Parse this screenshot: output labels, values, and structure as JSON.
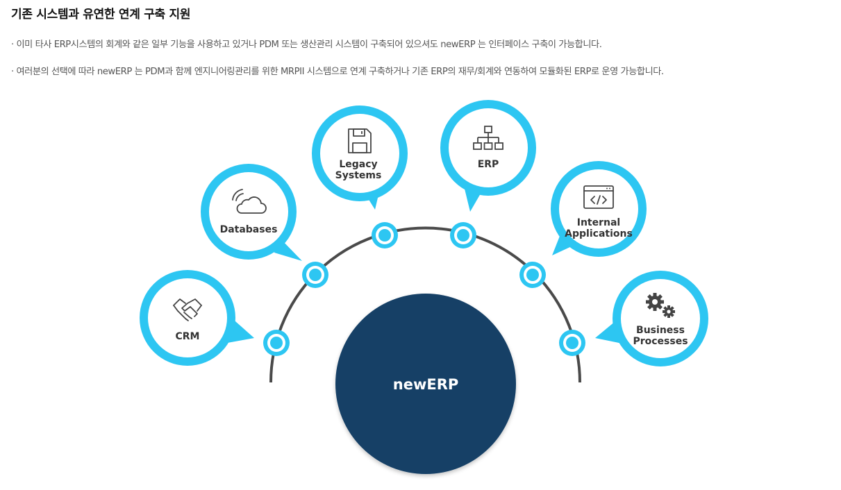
{
  "heading": "기존 시스템과 유연한 연계 구축 지원",
  "descriptions": [
    "· 이미 타사 ERP시스템의 회계와 같은 일부 기능을 사용하고 있거나 PDM 또는 생산관리 시스템이 구축되어 있으셔도 newERP 는 인터페이스 구축이 가능합니다.",
    "· 여러분의 선택에 따라 newERP 는 PDM과 함께 엔지니어링관리를 위한 MRPII 시스템으로 연계 구축하거나 기존 ERP의 재무/회계와 연동하여 모듈화된 ERP로 운영 가능합니다."
  ],
  "colors": {
    "bubble": "#2dc6f2",
    "center": "#133f66",
    "arc": "#4a4a4a"
  },
  "center": {
    "label": "newERP"
  },
  "systems": [
    {
      "id": "crm",
      "icon": "handshake-icon",
      "lines": [
        "CRM"
      ]
    },
    {
      "id": "databases",
      "icon": "cloud-icon",
      "lines": [
        "Databases"
      ]
    },
    {
      "id": "legacy",
      "icon": "floppy-disk-icon",
      "lines": [
        "Legacy",
        "Systems"
      ]
    },
    {
      "id": "erp",
      "icon": "hierarchy-icon",
      "lines": [
        "ERP"
      ]
    },
    {
      "id": "internal",
      "icon": "code-window-icon",
      "lines": [
        "Internal",
        "Applications"
      ]
    },
    {
      "id": "business",
      "icon": "gears-icon",
      "lines": [
        "Business",
        "Processes"
      ]
    }
  ]
}
